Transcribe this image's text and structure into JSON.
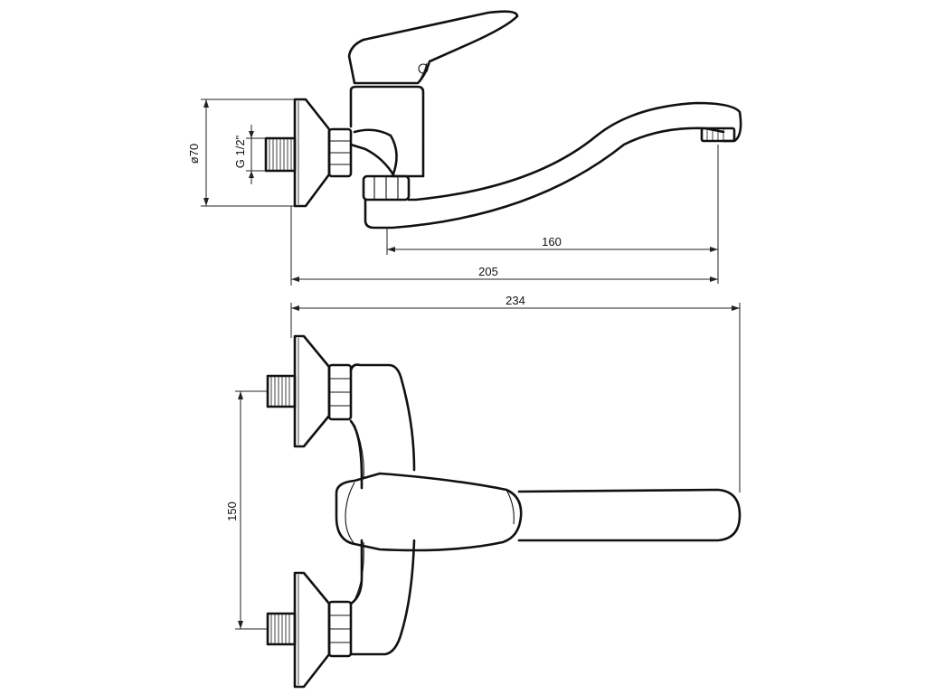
{
  "dimensions": {
    "diameter": "ø70",
    "thread": "G 1/2\"",
    "reach": "160",
    "projection": "205",
    "total_length": "234",
    "spacing": "150"
  }
}
